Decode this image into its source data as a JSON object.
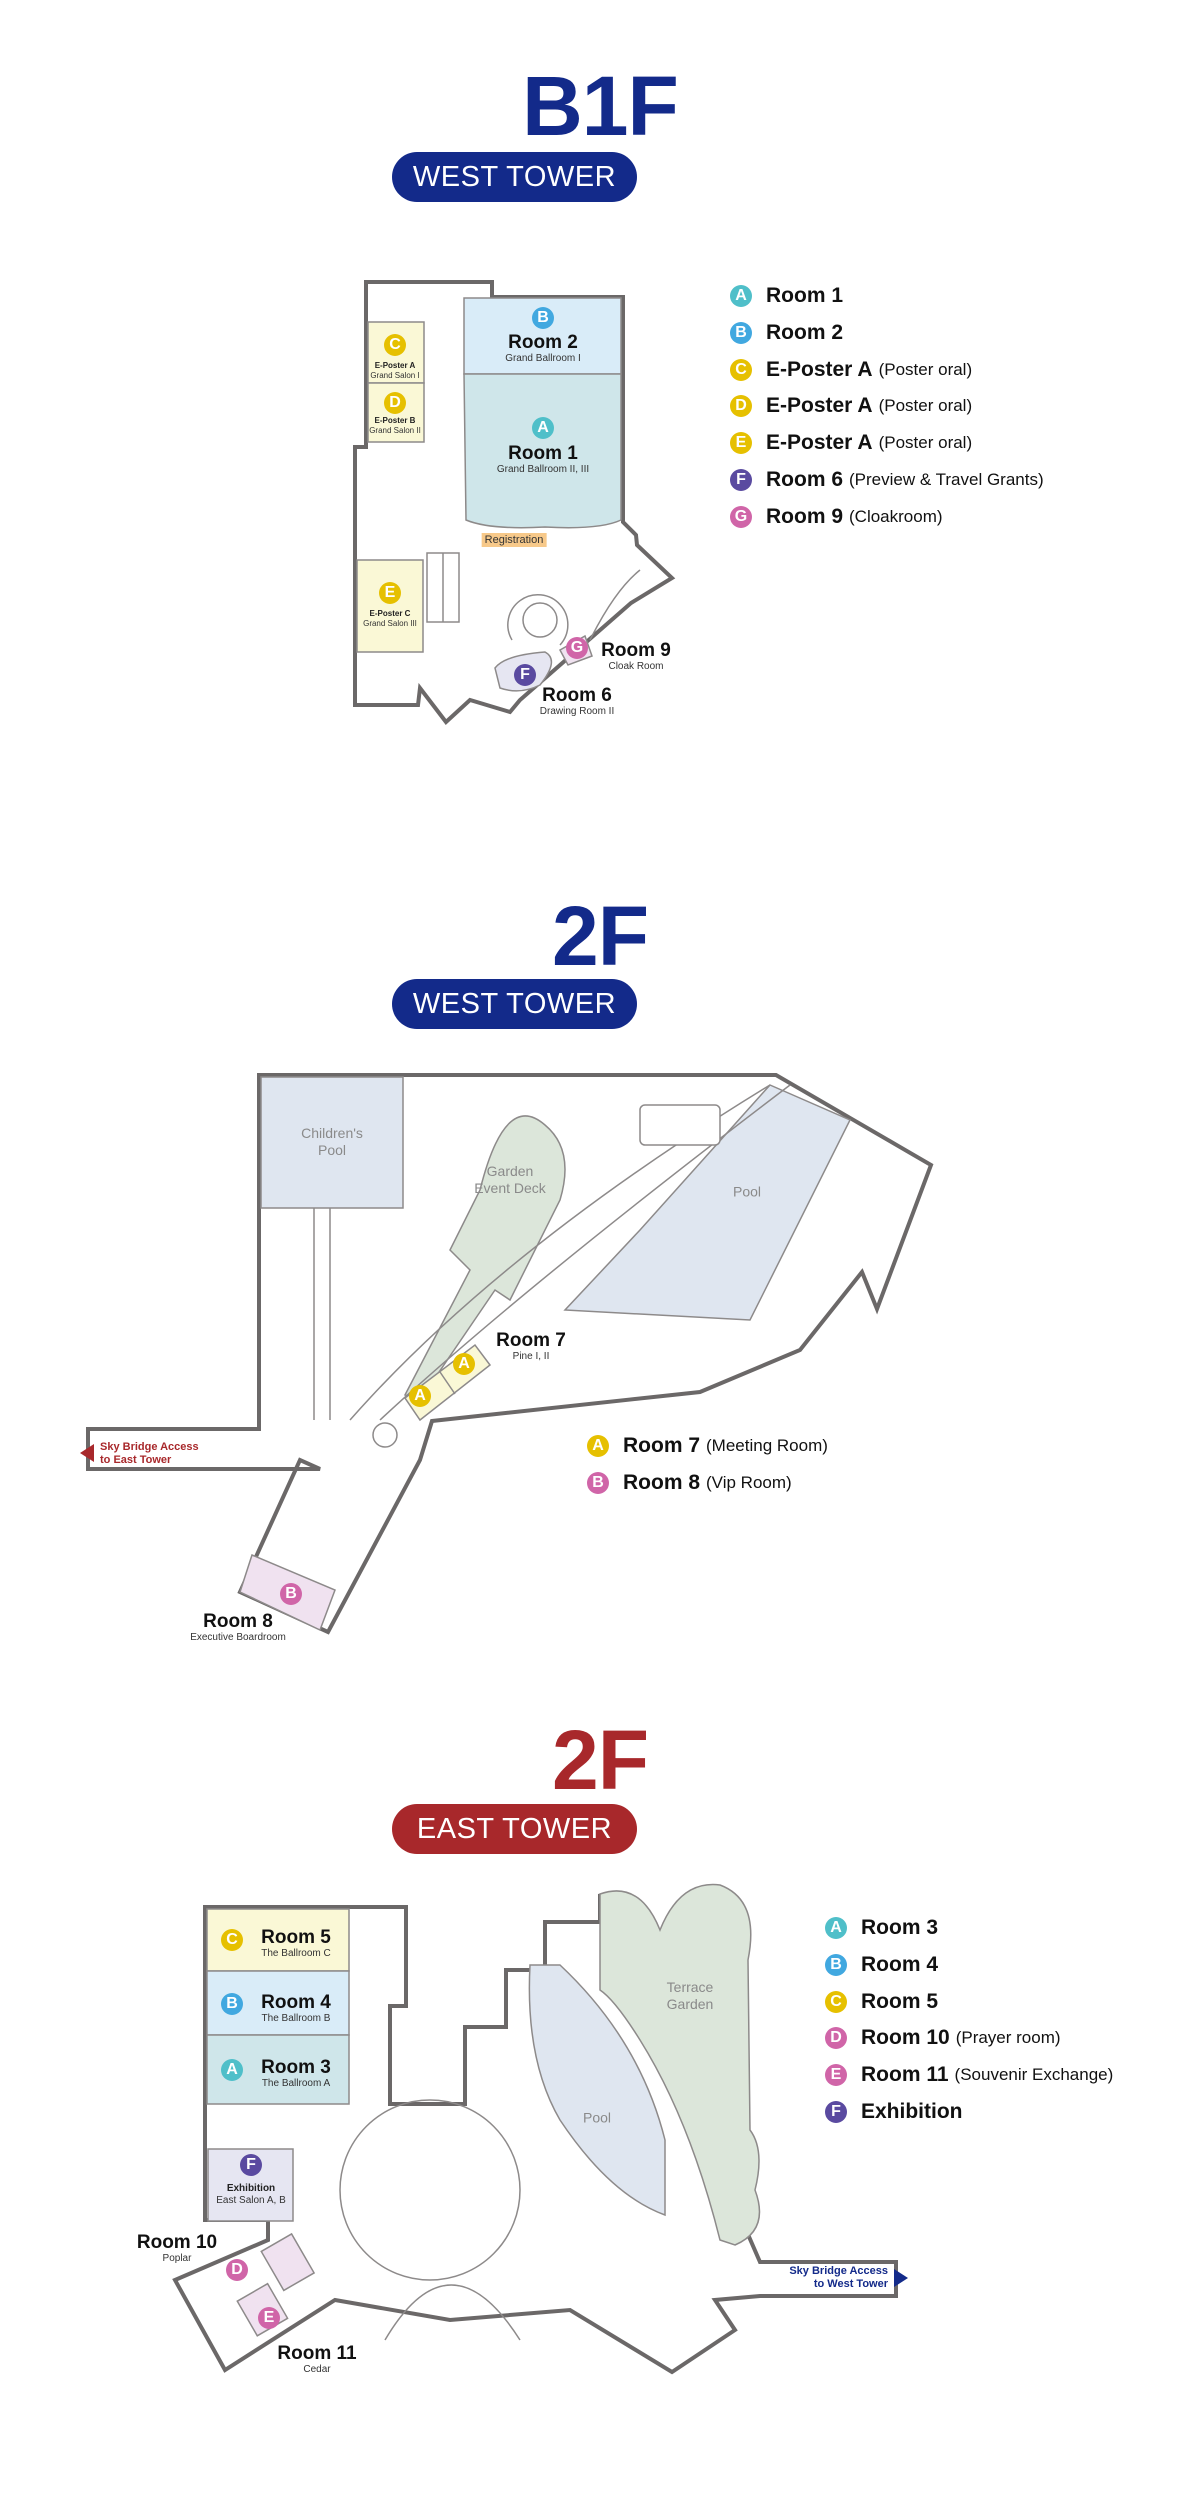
{
  "colors": {
    "navy": "#132a8a",
    "red": "#a8282b",
    "teal": "#4fbfc9",
    "blue": "#41a8e0",
    "yellow": "#e6c000",
    "pink": "#d065a8",
    "purple": "#5a4aa0"
  },
  "sections": [
    {
      "floor": "B1F",
      "tower": "WEST TOWER",
      "map": {
        "rooms": [
          {
            "badge": "B",
            "name": "Room 2",
            "sub": "Grand Ballroom I"
          },
          {
            "badge": "A",
            "name": "Room 1",
            "sub": "Grand Ballroom II, III"
          },
          {
            "badge": "C",
            "name": "E-Poster A",
            "sub": "Grand Salon I"
          },
          {
            "badge": "D",
            "name": "E-Poster B",
            "sub": "Grand Salon II"
          },
          {
            "badge": "E",
            "name": "E-Poster C",
            "sub": "Grand Salon III"
          },
          {
            "badge": "G",
            "name": "Room 9",
            "sub": "Cloak Room"
          },
          {
            "badge": "F",
            "name": "Room 6",
            "sub": "Drawing Room II"
          }
        ],
        "registration": "Registration"
      },
      "legend": [
        {
          "badge": "A",
          "name": "Room 1",
          "desc": ""
        },
        {
          "badge": "B",
          "name": "Room 2",
          "desc": ""
        },
        {
          "badge": "C",
          "name": "E-Poster A",
          "desc": "(Poster oral)"
        },
        {
          "badge": "D",
          "name": "E-Poster A",
          "desc": "(Poster oral)"
        },
        {
          "badge": "E",
          "name": "E-Poster A",
          "desc": "(Poster oral)"
        },
        {
          "badge": "F",
          "name": "Room 6",
          "desc": "(Preview & Travel Grants)"
        },
        {
          "badge": "G",
          "name": "Room 9",
          "desc": "(Cloakroom)"
        }
      ]
    },
    {
      "floor": "2F",
      "tower": "WEST TOWER",
      "map": {
        "areas": [
          "Children's Pool",
          "Garden Event Deck",
          "Pool"
        ],
        "rooms": [
          {
            "badge": "A",
            "name": "Room 7",
            "sub": "Pine I, II"
          },
          {
            "badge": "B",
            "name": "Room 8",
            "sub": "Executive Boardroom"
          }
        ],
        "sky_bridge": [
          "Sky Bridge Access",
          "to East Tower"
        ]
      },
      "legend": [
        {
          "badge": "A",
          "name": "Room 7",
          "desc": "(Meeting Room)"
        },
        {
          "badge": "B",
          "name": "Room 8",
          "desc": "(Vip Room)"
        }
      ]
    },
    {
      "floor": "2F",
      "tower": "EAST TOWER",
      "map": {
        "areas": [
          "Terrace Garden",
          "Pool"
        ],
        "rooms": [
          {
            "badge": "C",
            "name": "Room 5",
            "sub": "The Ballroom C"
          },
          {
            "badge": "B",
            "name": "Room 4",
            "sub": "The Ballroom B"
          },
          {
            "badge": "A",
            "name": "Room 3",
            "sub": "The Ballroom A"
          },
          {
            "badge": "F",
            "name": "Exhibition",
            "sub": "East Salon A, B"
          },
          {
            "badge": "D",
            "name": "Room 10",
            "sub": "Poplar"
          },
          {
            "badge": "E",
            "name": "Room 11",
            "sub": "Cedar"
          }
        ],
        "sky_bridge": [
          "Sky Bridge Access",
          "to West Tower"
        ]
      },
      "legend": [
        {
          "badge": "A",
          "name": "Room 3",
          "desc": ""
        },
        {
          "badge": "B",
          "name": "Room 4",
          "desc": ""
        },
        {
          "badge": "C",
          "name": "Room 5",
          "desc": ""
        },
        {
          "badge": "D",
          "name": "Room 10",
          "desc": "(Prayer room)"
        },
        {
          "badge": "E",
          "name": "Room 11",
          "desc": "(Souvenir Exchange)"
        },
        {
          "badge": "F",
          "name": "Exhibition",
          "desc": ""
        }
      ]
    }
  ]
}
